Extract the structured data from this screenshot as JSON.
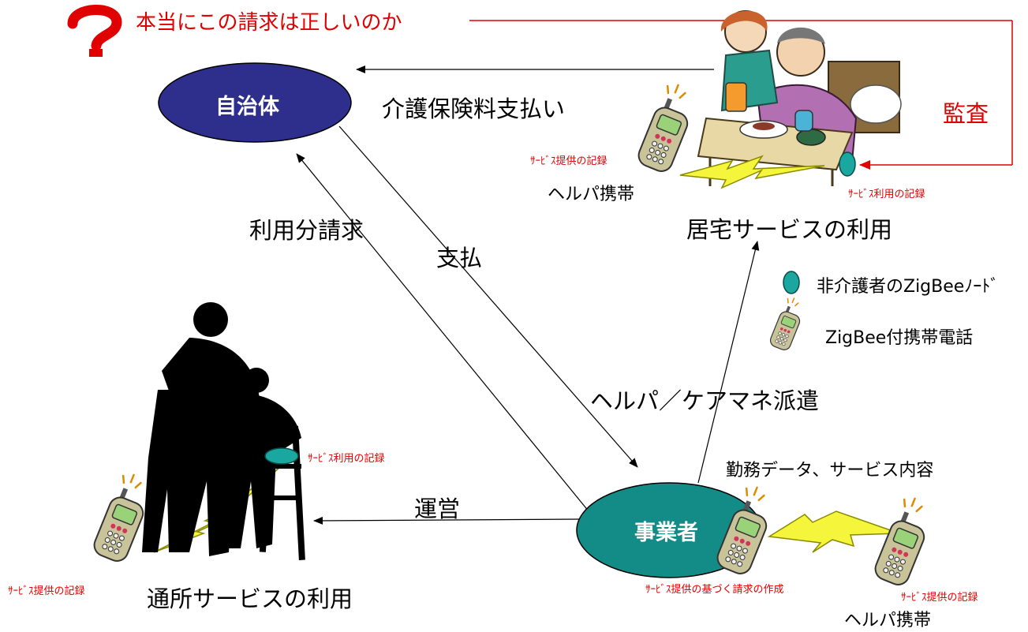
{
  "question": {
    "mark": "?",
    "text": "本当にこの請求は正しいのか"
  },
  "nodes": {
    "jichitai": "自治体",
    "jigyosha": "事業者"
  },
  "edges": {
    "kaigo_payment": "介護保険料支払い",
    "usage_claim": "利用分請求",
    "payment": "支払",
    "helper_dispatch": "ヘルパ／ケアマネ派遣",
    "operation": "運営",
    "audit": "監査",
    "work_data": "勤務データ、サービス内容"
  },
  "home_scene": {
    "title": "居宅サービスの利用",
    "phone_label": "ヘルパ携帯",
    "record_provide": "ｻｰﾋﾞｽ提供の記録",
    "record_use": "ｻｰﾋﾞｽ利用の記録"
  },
  "legend": {
    "node_label": "非介護者のZigBeeﾉｰﾄﾞ",
    "phone_label": "ZigBee付携帯電話"
  },
  "day_scene": {
    "title": "通所サービスの利用",
    "record_use": "ｻｰﾋﾞｽ利用の記録",
    "record_provide": "ｻｰﾋﾞｽ提供の記録"
  },
  "provider_scene": {
    "claim_text": "ｻｰﾋﾞｽ提供の基づく請求の作成",
    "record_provide": "ｻｰﾋﾞｽ提供の記録",
    "phone_label": "ヘルパ携帯"
  },
  "colors": {
    "jichitai_fill": "#2e2f8c",
    "jigyosha_fill": "#138b87",
    "alert": "#e00000",
    "node": "#1aa7a0",
    "bolt": "#f5f53c"
  }
}
